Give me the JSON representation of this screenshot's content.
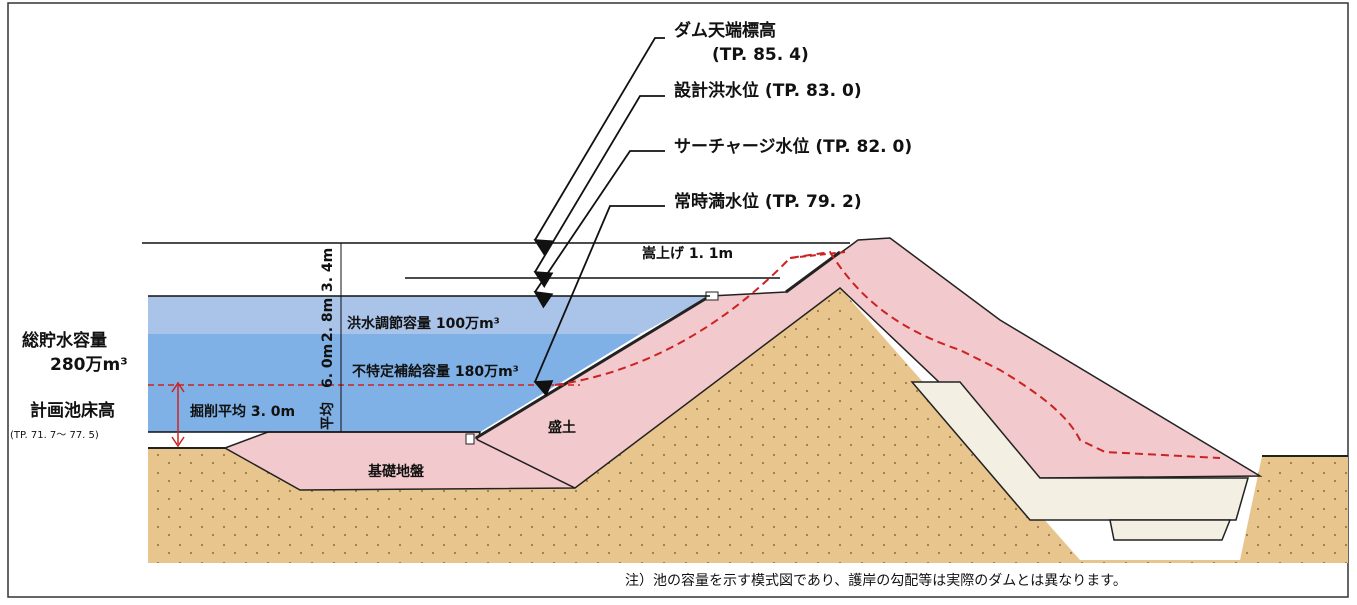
{
  "labels": {
    "dam_crest": "ダム天端標高",
    "dam_crest_tp": "(TP. 85. 4)",
    "design_flood_level": "設計洪水位 (TP. 83. 0)",
    "surcharge_level": "サーチャージ水位 (TP. 82. 0)",
    "normal_full_level": "常時満水位 (TP. 79. 2)",
    "raise": "嵩上げ 1. 1m",
    "flood_control_capacity": "洪水調節容量 100万m³",
    "unspecified_supply_capacity": "不特定補給容量 180万m³",
    "total_capacity": "総貯水容量",
    "total_capacity_value": "280万m³",
    "planned_bed_height": "計画池床高",
    "planned_bed_height_tp": "(TP. 71. 7～ 77. 5)",
    "excavation_avg": "掘削平均 3. 0m",
    "depth_34": "3. 4m",
    "depth_28": "2. 8m",
    "depth_60": "6. 0m",
    "depth_avg": "平均",
    "embankment": "盛土",
    "foundation": "基礎地盤",
    "note": "注）池の容量を示す模式図であり、護岸の勾配等は実際のダムとは異なります。"
  },
  "colors": {
    "water_upper": "#a9c4e8",
    "water_lower": "#7fb0e6",
    "embankment": "#f2c9cc",
    "ground": "#e9c58e",
    "phreatic_line": "#cc2222"
  }
}
